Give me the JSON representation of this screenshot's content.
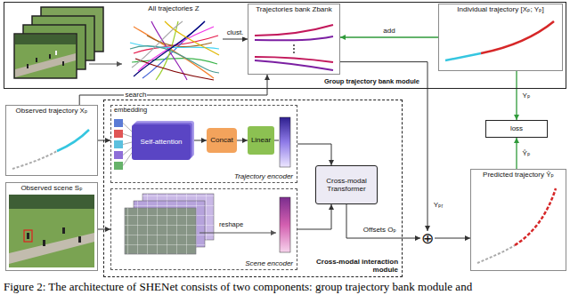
{
  "diagram": {
    "caption": "Figure 2: The architecture of SHENet consists of two components: group trajectory bank module and",
    "nodes": [
      {
        "text": [
          "Group trajectory bank module"
        ]
      },
      {
        "text": [
          "All trajectories Z"
        ],
        "in": 0
      },
      {
        "text": [
          "Trajectories bank Zbank"
        ],
        "in": 0
      },
      {
        "text": [
          "Individual trajectory [Xₚ; Yₚ]"
        ],
        "in": 0
      },
      {
        "text": [
          "Observed trajectory Xₚ"
        ]
      },
      {
        "text": [
          "loss"
        ]
      },
      {
        "text": [
          "Cross-modal interaction module"
        ]
      },
      {
        "text": [
          "Trajectory encoder"
        ],
        "in": 6
      },
      {
        "text": [
          "Self-attention"
        ],
        "in": 7
      },
      {
        "text": [
          "Concat"
        ],
        "in": 7
      },
      {
        "text": [
          "Linear"
        ],
        "in": 7
      },
      {
        "text": [
          "Scene encoder"
        ],
        "in": 6
      },
      {
        "text": [
          "Cross-modal Transformer"
        ],
        "in": 6
      },
      {
        "text": [
          "Observed scene Sₚ"
        ]
      },
      {
        "text": [
          "⊕"
        ]
      },
      {
        "text": [
          "Predicted trajectory Ŷₚ"
        ]
      }
    ],
    "edges": [
      {
        "from": 1,
        "to": 2,
        "label": "clust.",
        "arrow": "to"
      },
      {
        "from": 3,
        "to": 2,
        "label": "add",
        "arrow": "to"
      },
      {
        "from": 4,
        "to": 2,
        "label": "search",
        "arrow": "to"
      },
      {
        "from": 2,
        "to": 14,
        "label": "Yₚᵣ",
        "arrow": "to"
      },
      {
        "from": 3,
        "to": 5,
        "label": "Yₚ",
        "arrow": "to"
      },
      {
        "from": 4,
        "to": 7,
        "arrow": "to"
      },
      {
        "from": 8,
        "to": 9,
        "arrow": "to"
      },
      {
        "from": 9,
        "to": 10,
        "arrow": "to"
      },
      {
        "from": 7,
        "to": 12,
        "arrow": "to"
      },
      {
        "from": 13,
        "to": 11,
        "arrow": "to"
      },
      {
        "from": 11,
        "to": 12,
        "arrow": "to"
      },
      {
        "from": 12,
        "to": 14,
        "label": "Offsets Oₚ",
        "arrow": "to"
      },
      {
        "from": 14,
        "to": 15,
        "arrow": "to"
      },
      {
        "from": 15,
        "to": 5,
        "label": "Ŷₚ",
        "arrow": "to"
      }
    ],
    "labels": [
      "embedding",
      "reshape"
    ]
  }
}
